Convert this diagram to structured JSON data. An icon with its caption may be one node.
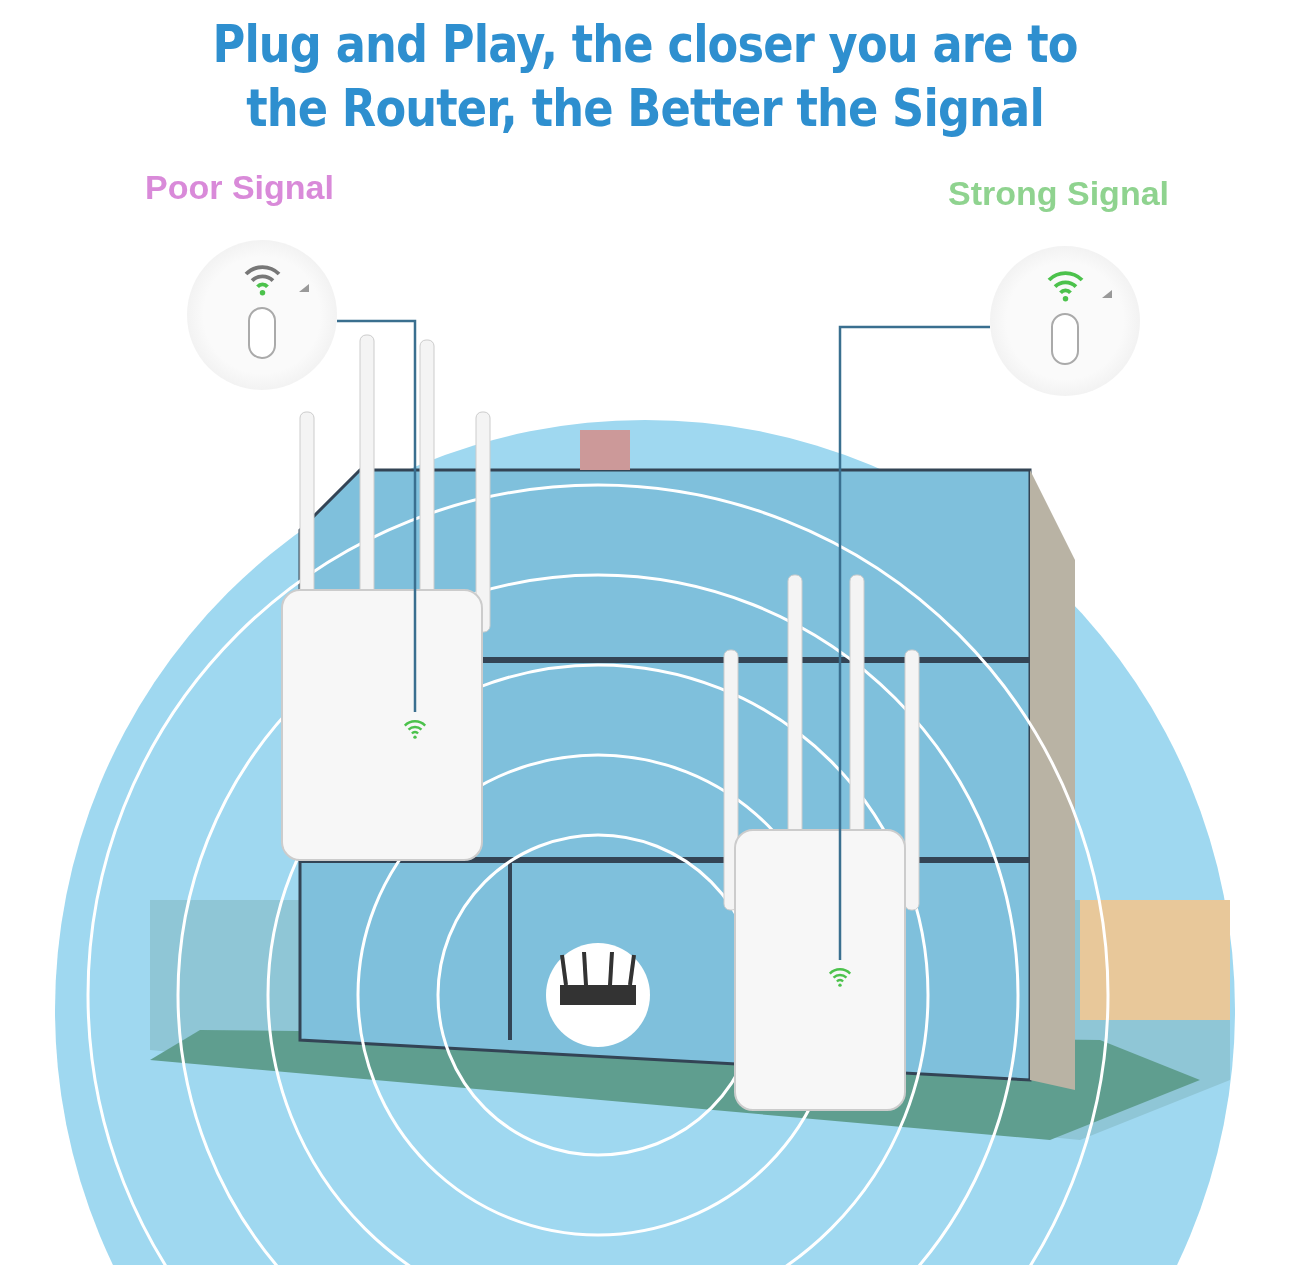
{
  "diagram": {
    "title": "Plug and Play, the closer you are to the Router, the Better the Signal",
    "nodes": [
      {
        "text": [],
        "shape": "picture",
        "beside": [
          "Poor Signal"
        ]
      },
      {
        "text": [],
        "shape": "picture",
        "beside": [
          "Strong Signal"
        ]
      },
      {
        "text": [],
        "shape": "picture"
      },
      {
        "text": [],
        "shape": "picture"
      }
    ],
    "edges": [
      {
        "from": 0,
        "to": 2,
        "arrow": "none"
      },
      {
        "from": 1,
        "to": 3,
        "arrow": "none"
      }
    ]
  }
}
